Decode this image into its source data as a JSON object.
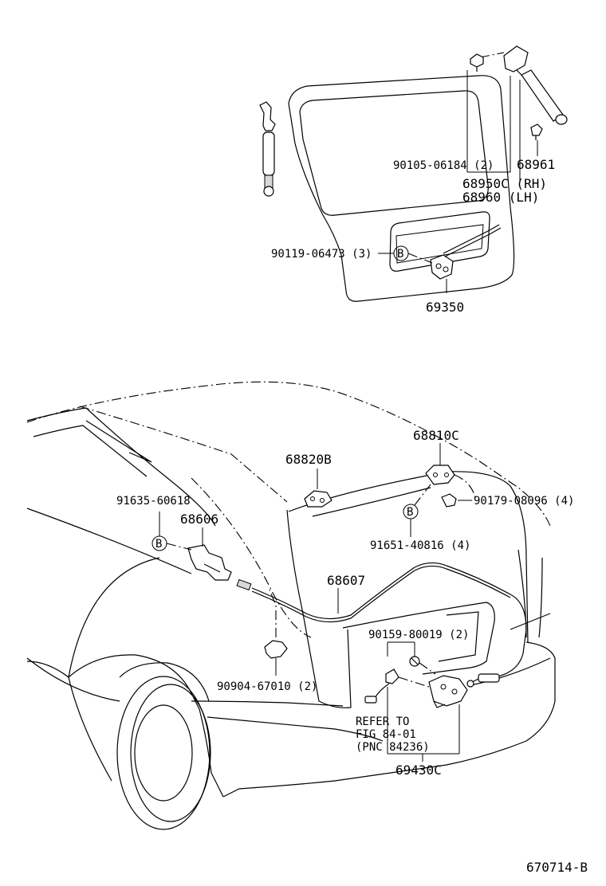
{
  "labels": {
    "p90105": "90105-06184 (2)",
    "p68961": "68961",
    "p68950c": "68950C (RH)",
    "p68960": "68960  (LH)",
    "p90119": "90119-06473 (3)",
    "p69350": "69350",
    "p68810c": "68810C",
    "p68820b": "68820B",
    "p91635": "91635-60618",
    "p68606": "68606",
    "p90179": "90179-08096 (4)",
    "p91651": "91651-40816 (4)",
    "p68607": "68607",
    "p90159": "90159-80019 (2)",
    "p90904": "90904-67010 (2)",
    "refer1": "REFER TO",
    "refer2": "FIG 84-01",
    "refer3": "(PNC 84236)",
    "p69430c": "69430C",
    "fig_id": "670714-B"
  },
  "callouts": {
    "b1": "B",
    "b2": "B",
    "b3": "B"
  }
}
